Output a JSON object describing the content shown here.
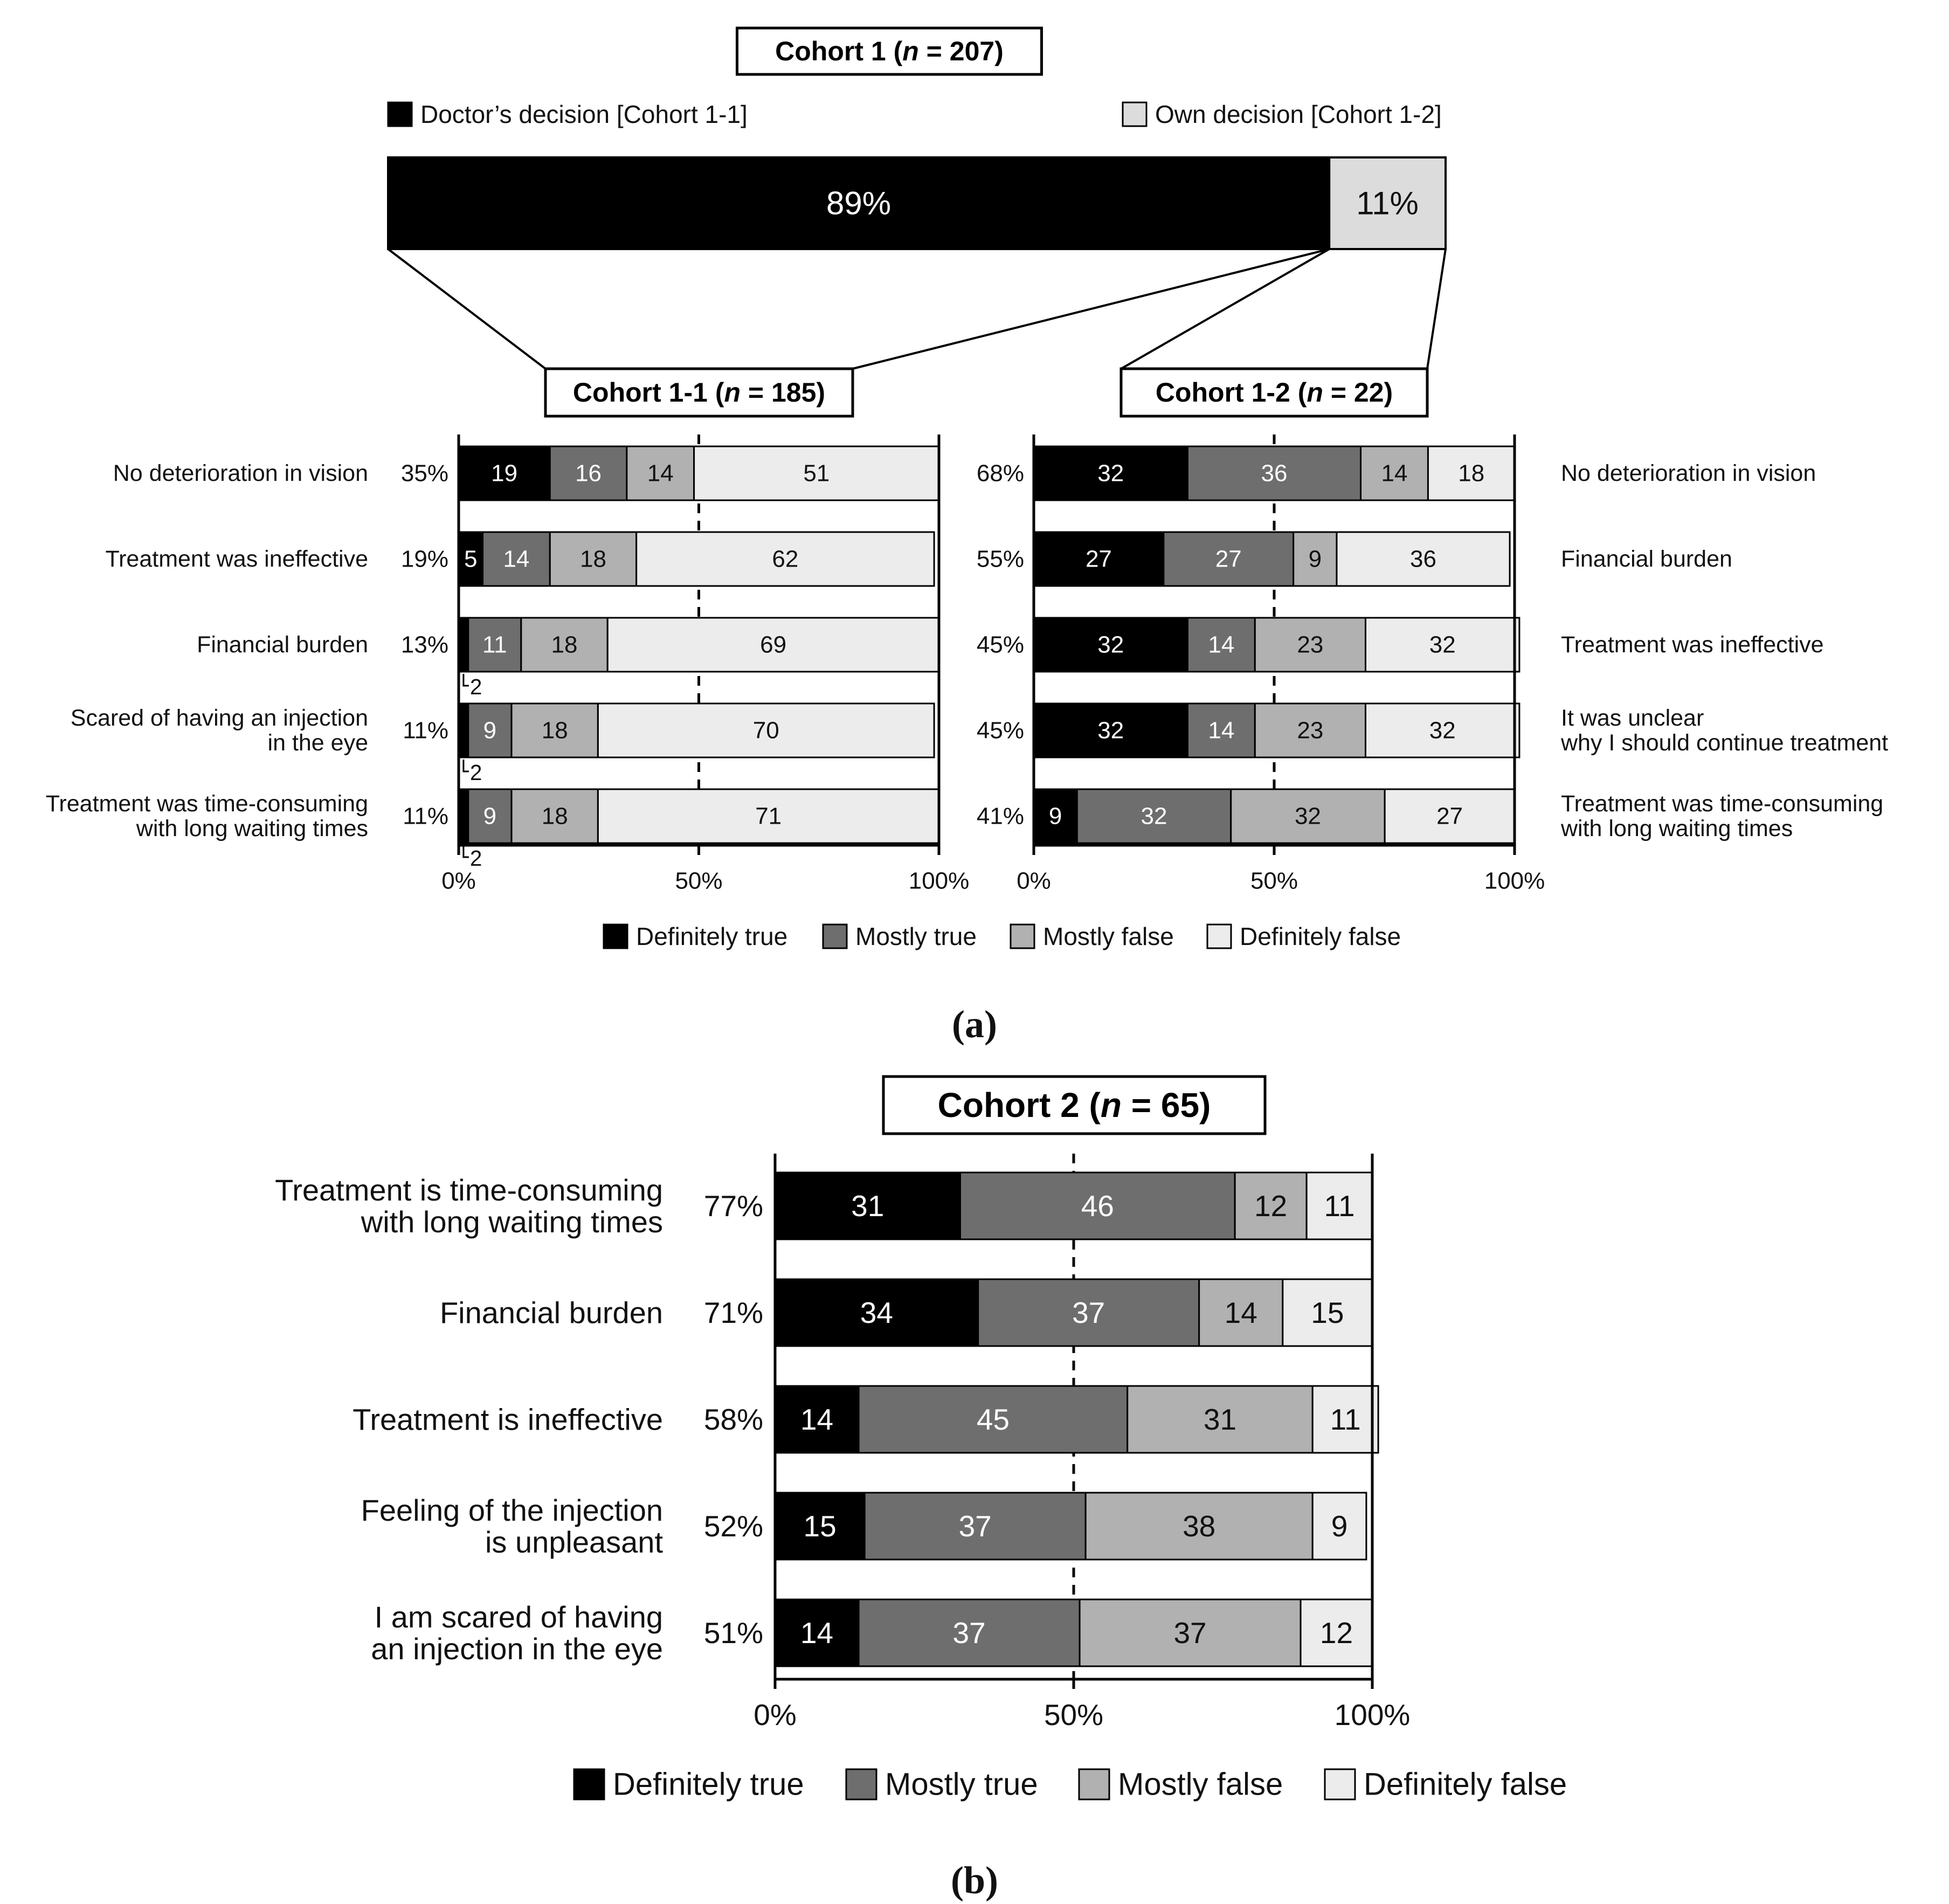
{
  "figure": {
    "panel_a_label": "(a)",
    "panel_b_label": "(b)"
  },
  "colors": {
    "definitely_true": "#000000",
    "mostly_true": "#6e6e6e",
    "mostly_false": "#b1b1b1",
    "definitely_false": "#ececec",
    "doctors_decision": "#000000",
    "own_decision": "#dcdcdc"
  },
  "legend": {
    "doctors_decision": "Doctor’s decision [Cohort 1-1]",
    "own_decision": "Own decision [Cohort 1-2]",
    "definitely_true": "Definitely true",
    "mostly_true": "Mostly true",
    "mostly_false": "Mostly false",
    "definitely_false": "Definitely false"
  },
  "chart_data": [
    {
      "type": "bar",
      "orientation": "horizontal",
      "stacked": true,
      "title_parts": [
        "Cohort 1 (",
        "n",
        " = 207)"
      ],
      "series": [
        {
          "name": "Doctor’s decision [Cohort 1-1]",
          "value": 89,
          "label": "89%"
        },
        {
          "name": "Own decision [Cohort 1-2]",
          "value": 11,
          "label": "11%"
        }
      ]
    },
    {
      "type": "bar",
      "orientation": "horizontal",
      "stacked": true,
      "title_parts": [
        "Cohort 1-1 (",
        "n",
        " = 185)"
      ],
      "categories": [
        [
          "No deterioration in vision"
        ],
        [
          "Treatment was ineffective"
        ],
        [
          "Financial burden"
        ],
        [
          "Scared of having an injection",
          "in the eye"
        ],
        [
          "Treatment was time-consuming",
          "with long waiting times"
        ]
      ],
      "true_totals": [
        "35%",
        "19%",
        "13%",
        "11%",
        "11%"
      ],
      "series": [
        {
          "name": "Definitely true",
          "values": [
            19,
            5,
            2,
            2,
            2
          ],
          "labels": [
            "19",
            "5",
            "2",
            "2",
            "2"
          ]
        },
        {
          "name": "Mostly true",
          "values": [
            16,
            14,
            11,
            9,
            9
          ],
          "labels": [
            "16",
            "14",
            "11",
            "9",
            "9"
          ]
        },
        {
          "name": "Mostly false",
          "values": [
            14,
            18,
            18,
            18,
            18
          ],
          "labels": [
            "14",
            "18",
            "18",
            "18",
            "18"
          ]
        },
        {
          "name": "Definitely false",
          "values": [
            51,
            62,
            69,
            70,
            71
          ],
          "labels": [
            "51",
            "62",
            "69",
            "70",
            "71"
          ]
        }
      ],
      "x_ticks": [
        "0%",
        "50%",
        "100%"
      ],
      "xlim": [
        0,
        100
      ],
      "reference_line": 50
    },
    {
      "type": "bar",
      "orientation": "horizontal",
      "stacked": true,
      "title_parts": [
        "Cohort 1-2 (",
        "n",
        " = 22)"
      ],
      "categories": [
        [
          "No deterioration in vision"
        ],
        [
          "Financial burden"
        ],
        [
          "Treatment was ineffective"
        ],
        [
          "It was unclear",
          "why I should continue treatment"
        ],
        [
          "Treatment was time-consuming",
          "with long waiting times"
        ]
      ],
      "true_totals": [
        "68%",
        "55%",
        "45%",
        "45%",
        "41%"
      ],
      "series": [
        {
          "name": "Definitely true",
          "values": [
            32,
            27,
            32,
            32,
            9
          ],
          "labels": [
            "32",
            "27",
            "32",
            "32",
            "9"
          ]
        },
        {
          "name": "Mostly true",
          "values": [
            36,
            27,
            14,
            14,
            32
          ],
          "labels": [
            "36",
            "27",
            "14",
            "14",
            "32"
          ]
        },
        {
          "name": "Mostly false",
          "values": [
            14,
            9,
            23,
            23,
            32
          ],
          "labels": [
            "14",
            "9",
            "23",
            "23",
            "32"
          ]
        },
        {
          "name": "Definitely false",
          "values": [
            18,
            36,
            32,
            32,
            27
          ],
          "labels": [
            "18",
            "36",
            "32",
            "32",
            "27"
          ]
        }
      ],
      "x_ticks": [
        "0%",
        "50%",
        "100%"
      ],
      "xlim": [
        0,
        100
      ],
      "reference_line": 50
    },
    {
      "type": "bar",
      "orientation": "horizontal",
      "stacked": true,
      "title_parts": [
        "Cohort 2 (",
        "n",
        " = 65)"
      ],
      "categories": [
        [
          "Treatment is time-consuming",
          "with long waiting times"
        ],
        [
          "Financial burden"
        ],
        [
          "Treatment is ineffective"
        ],
        [
          "Feeling of the injection",
          "is unpleasant"
        ],
        [
          "I am scared of having",
          "an injection in the eye"
        ]
      ],
      "true_totals": [
        "77%",
        "71%",
        "58%",
        "52%",
        "51%"
      ],
      "series": [
        {
          "name": "Definitely true",
          "values": [
            31,
            34,
            14,
            15,
            14
          ],
          "labels": [
            "31",
            "34",
            "14",
            "15",
            "14"
          ]
        },
        {
          "name": "Mostly true",
          "values": [
            46,
            37,
            45,
            37,
            37
          ],
          "labels": [
            "46",
            "37",
            "45",
            "37",
            "37"
          ]
        },
        {
          "name": "Mostly false",
          "values": [
            12,
            14,
            31,
            38,
            37
          ],
          "labels": [
            "12",
            "14",
            "31",
            "38",
            "37"
          ]
        },
        {
          "name": "Definitely false",
          "values": [
            11,
            15,
            11,
            9,
            12
          ],
          "labels": [
            "11",
            "15",
            "11",
            "9",
            "12"
          ]
        }
      ],
      "x_ticks": [
        "0%",
        "50%",
        "100%"
      ],
      "xlim": [
        0,
        100
      ],
      "reference_line": 50
    }
  ]
}
